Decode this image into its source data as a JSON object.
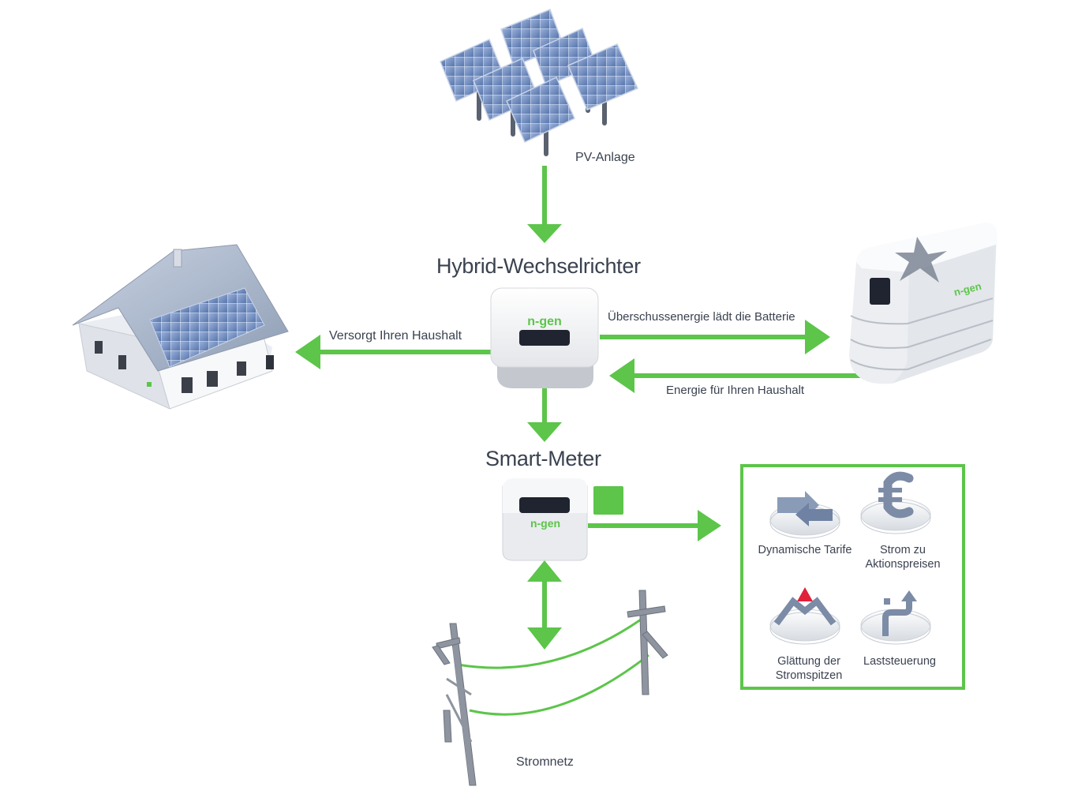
{
  "colors": {
    "accent_green": "#5cc54a",
    "device_body": "#eceef1",
    "device_base": "#c4c8ce",
    "text": "#3a4250",
    "panel_blue": "#6f8fc2",
    "icon_blue": "#8a9bb8",
    "peak_red": "#e0213b"
  },
  "brand": {
    "device_logo": "n-gen"
  },
  "nodes": {
    "pv": "PV-Anlage",
    "inverter": "Hybrid-Wechselrichter",
    "meter": "Smart-Meter",
    "grid": "Stromnetz"
  },
  "flows": {
    "house": "Versorgt Ihren Haushalt",
    "battery_charge": "Überschussenergie lädt die Batterie",
    "battery_discharge": "Energie für Ihren Haushalt"
  },
  "features": [
    {
      "label": "Dynamische Tarife",
      "icon": "transfer-arrows-icon"
    },
    {
      "label": "Strom zu Aktionspreisen",
      "icon": "euro-icon"
    },
    {
      "label": "Glättung der Stromspitzen",
      "icon": "peak-smoothing-icon"
    },
    {
      "label": "Laststeuerung",
      "icon": "load-control-icon"
    }
  ]
}
